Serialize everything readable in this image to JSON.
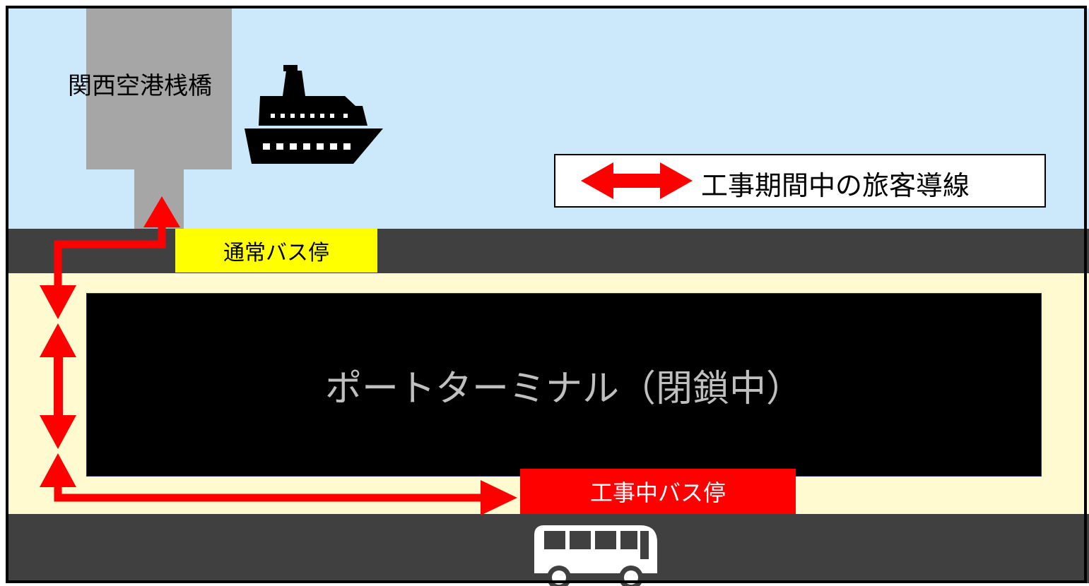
{
  "pier": {
    "label": "関西空港桟橋"
  },
  "terminal": {
    "label": "ポートターミナル（閉鎖中）"
  },
  "bus_stops": {
    "normal": "通常バス停",
    "temporary": "工事中バス停"
  },
  "legend": {
    "label": "工事期間中の旅客導線"
  },
  "icons": [
    "ship-icon",
    "bus-icon",
    "double-arrow-icon"
  ],
  "colors": {
    "sea": "#cce9fb",
    "road": "#404040",
    "yard": "#fffacf",
    "pier": "#a6a6a6",
    "terminal": "#000000",
    "route": "#ff0000",
    "normal_stop": "#ffff00",
    "temporary_stop": "#ff0000"
  }
}
